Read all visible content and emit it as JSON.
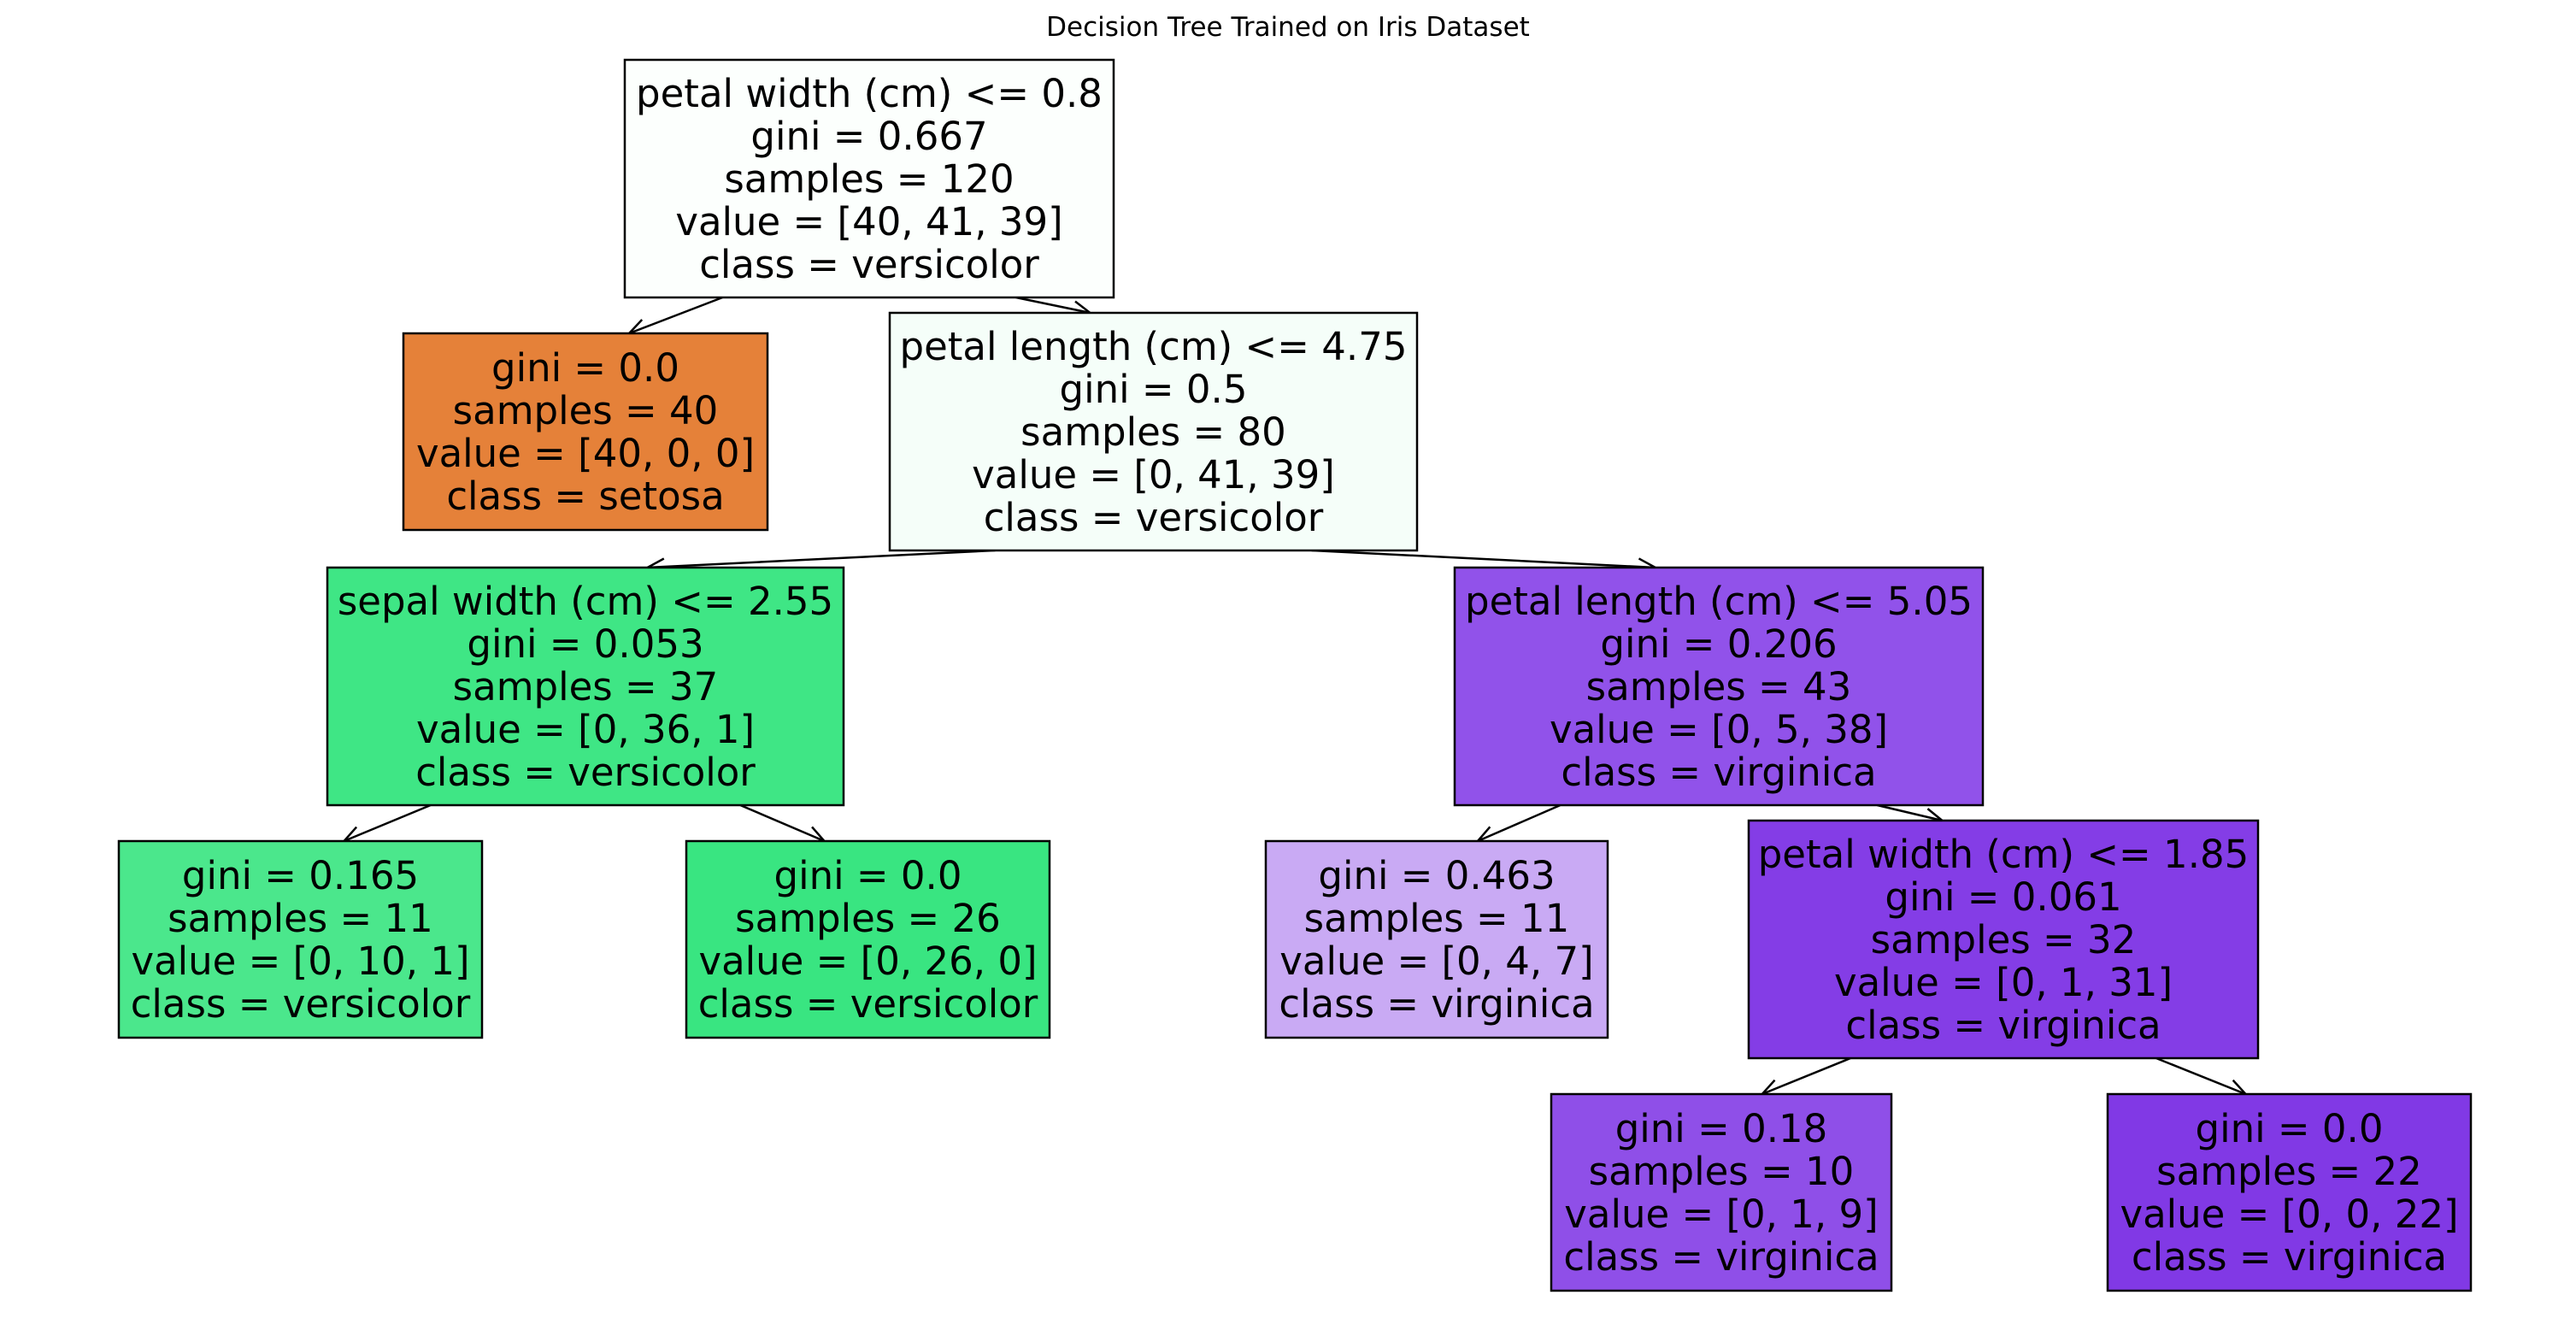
{
  "title": "Decision Tree Trained on Iris Dataset",
  "nodes": [
    {
      "id": "n0",
      "fill": "#fcfffd",
      "lines": [
        "petal width (cm) <= 0.8",
        "gini = 0.667",
        "samples = 120",
        "value = [40, 41, 39]",
        "class = versicolor"
      ]
    },
    {
      "id": "n1",
      "fill": "#e58139",
      "lines": [
        "gini = 0.0",
        "samples = 40",
        "value = [40, 0, 0]",
        "class = setosa"
      ]
    },
    {
      "id": "n2",
      "fill": "#f5fef9",
      "lines": [
        "petal length (cm) <= 4.75",
        "gini = 0.5",
        "samples = 80",
        "value = [0, 41, 39]",
        "class = versicolor"
      ]
    },
    {
      "id": "n3",
      "fill": "#3fe685",
      "lines": [
        "sepal width (cm) <= 2.55",
        "gini = 0.053",
        "samples = 37",
        "value = [0, 36, 1]",
        "class = versicolor"
      ]
    },
    {
      "id": "n4",
      "fill": "#9152ea",
      "lines": [
        "petal length (cm) <= 5.05",
        "gini = 0.206",
        "samples = 43",
        "value = [0, 5, 38]",
        "class = virginica"
      ]
    },
    {
      "id": "n5",
      "fill": "#4be78c",
      "lines": [
        "gini = 0.165",
        "samples = 11",
        "value = [0, 10, 1]",
        "class = versicolor"
      ]
    },
    {
      "id": "n6",
      "fill": "#39e581",
      "lines": [
        "gini = 0.0",
        "samples = 26",
        "value = [0, 26, 0]",
        "class = versicolor"
      ]
    },
    {
      "id": "n7",
      "fill": "#c9aaf4",
      "lines": [
        "gini = 0.463",
        "samples = 11",
        "value = [0, 4, 7]",
        "class = virginica"
      ]
    },
    {
      "id": "n8",
      "fill": "#843de6",
      "lines": [
        "petal width (cm) <= 1.85",
        "gini = 0.061",
        "samples = 32",
        "value = [0, 1, 31]",
        "class = virginica"
      ]
    },
    {
      "id": "n9",
      "fill": "#8f4fe8",
      "lines": [
        "gini = 0.18",
        "samples = 10",
        "value = [0, 1, 9]",
        "class = virginica"
      ]
    },
    {
      "id": "n10",
      "fill": "#8139e5",
      "lines": [
        "gini = 0.0",
        "samples = 22",
        "value = [0, 0, 22]",
        "class = virginica"
      ]
    }
  ],
  "edges": [
    {
      "from": "n0",
      "to": "n1"
    },
    {
      "from": "n0",
      "to": "n2"
    },
    {
      "from": "n2",
      "to": "n3"
    },
    {
      "from": "n2",
      "to": "n4"
    },
    {
      "from": "n3",
      "to": "n5"
    },
    {
      "from": "n3",
      "to": "n6"
    },
    {
      "from": "n4",
      "to": "n7"
    },
    {
      "from": "n4",
      "to": "n8"
    },
    {
      "from": "n8",
      "to": "n9"
    },
    {
      "from": "n8",
      "to": "n10"
    }
  ]
}
